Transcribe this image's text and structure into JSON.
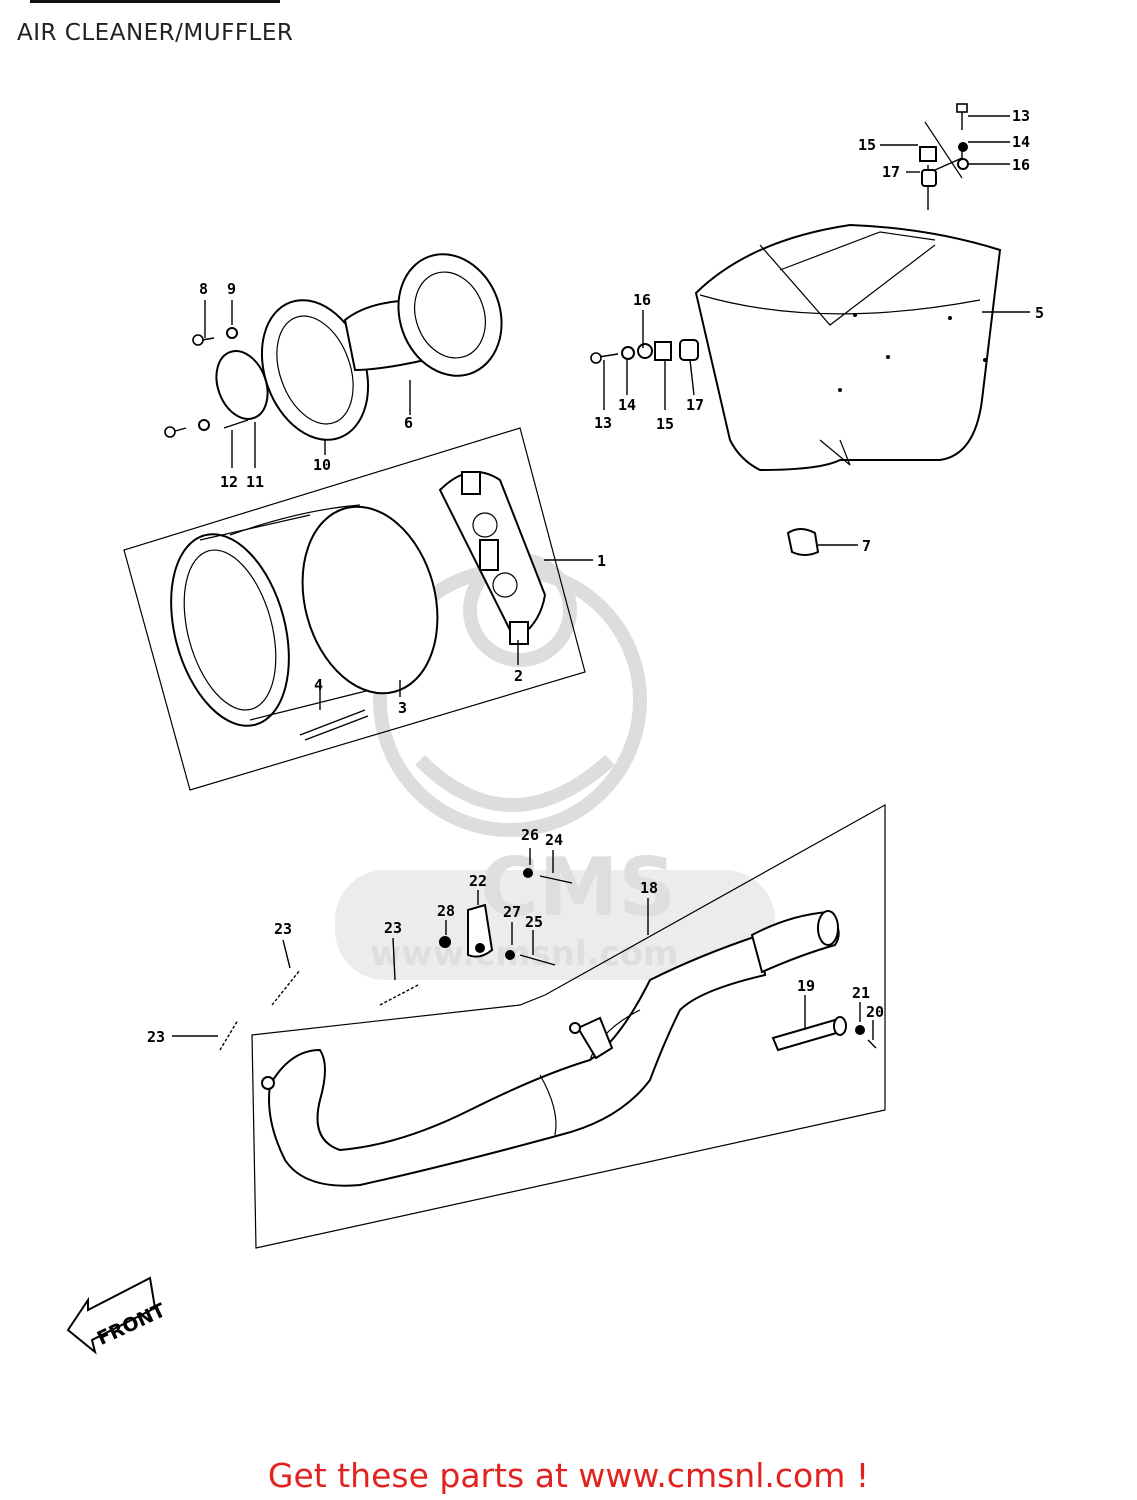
{
  "title": "AIR CLEANER/MUFFLER",
  "footer": "Get these parts at www.cmsnl.com !",
  "watermark": {
    "logo": "CMS",
    "url": "www.cmsnl.com"
  },
  "front_arrow": "FRONT",
  "callouts": {
    "c1": "1",
    "c2": "2",
    "c3": "3",
    "c4": "4",
    "c5": "5",
    "c6": "6",
    "c7": "7",
    "c8": "8",
    "c9": "9",
    "c10": "10",
    "c11": "11",
    "c12": "12",
    "c13a": "13",
    "c13b": "13",
    "c14a": "14",
    "c14b": "14",
    "c15a": "15",
    "c15b": "15",
    "c16a": "16",
    "c16b": "16",
    "c17a": "17",
    "c17b": "17",
    "c18": "18",
    "c19": "19",
    "c20": "20",
    "c21": "21",
    "c22": "22",
    "c23a": "23",
    "c23b": "23",
    "c23c": "23",
    "c24": "24",
    "c25": "25",
    "c26": "26",
    "c27": "27",
    "c28": "28"
  }
}
